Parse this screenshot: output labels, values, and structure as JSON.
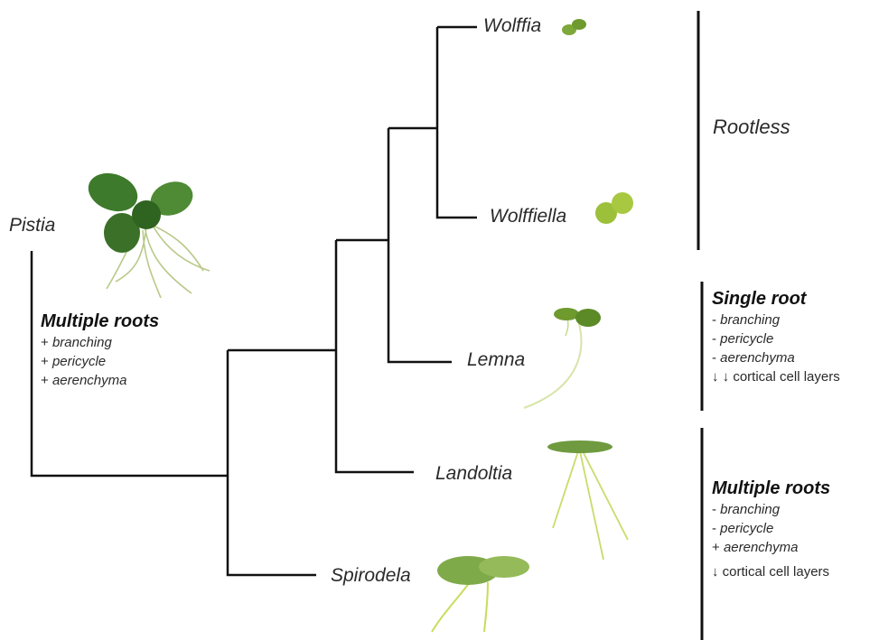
{
  "taxa": {
    "pistia": "Pistia",
    "wolffia": "Wolffia",
    "wolffiella": "Wolffiella",
    "lemna": "Lemna",
    "landoltia": "Landoltia",
    "spirodela": "Spirodela"
  },
  "pistia_note": {
    "title": "Multiple roots",
    "traits": [
      {
        "sym": "+",
        "text": "branching",
        "italic": true
      },
      {
        "sym": "+",
        "text": "pericycle",
        "italic": true
      },
      {
        "sym": "+",
        "text": "aerenchyma",
        "italic": true
      }
    ]
  },
  "groups": {
    "rootless": {
      "label": "Rootless"
    },
    "single_root": {
      "title": "Single root",
      "traits": [
        {
          "sym": "-",
          "text": "branching",
          "italic": true
        },
        {
          "sym": "-",
          "text": "pericycle",
          "italic": true
        },
        {
          "sym": "-",
          "text": "aerenchyma",
          "italic": true
        },
        {
          "sym": "↓ ↓",
          "text": "cortical cell layers",
          "italic": false
        }
      ]
    },
    "multiple_roots": {
      "title": "Multiple roots",
      "traits": [
        {
          "sym": "-",
          "text": "branching",
          "italic": true
        },
        {
          "sym": "-",
          "text": "pericycle",
          "italic": true
        },
        {
          "sym": "+",
          "text": "aerenchyma",
          "italic": true
        },
        {
          "sym": "↓",
          "text": "cortical cell layers",
          "italic": false
        }
      ]
    }
  },
  "colors": {
    "tree": "#111111",
    "leaf_dark": "#3f7a2a",
    "leaf_light": "#8fb84a",
    "root": "#c9d98a"
  }
}
